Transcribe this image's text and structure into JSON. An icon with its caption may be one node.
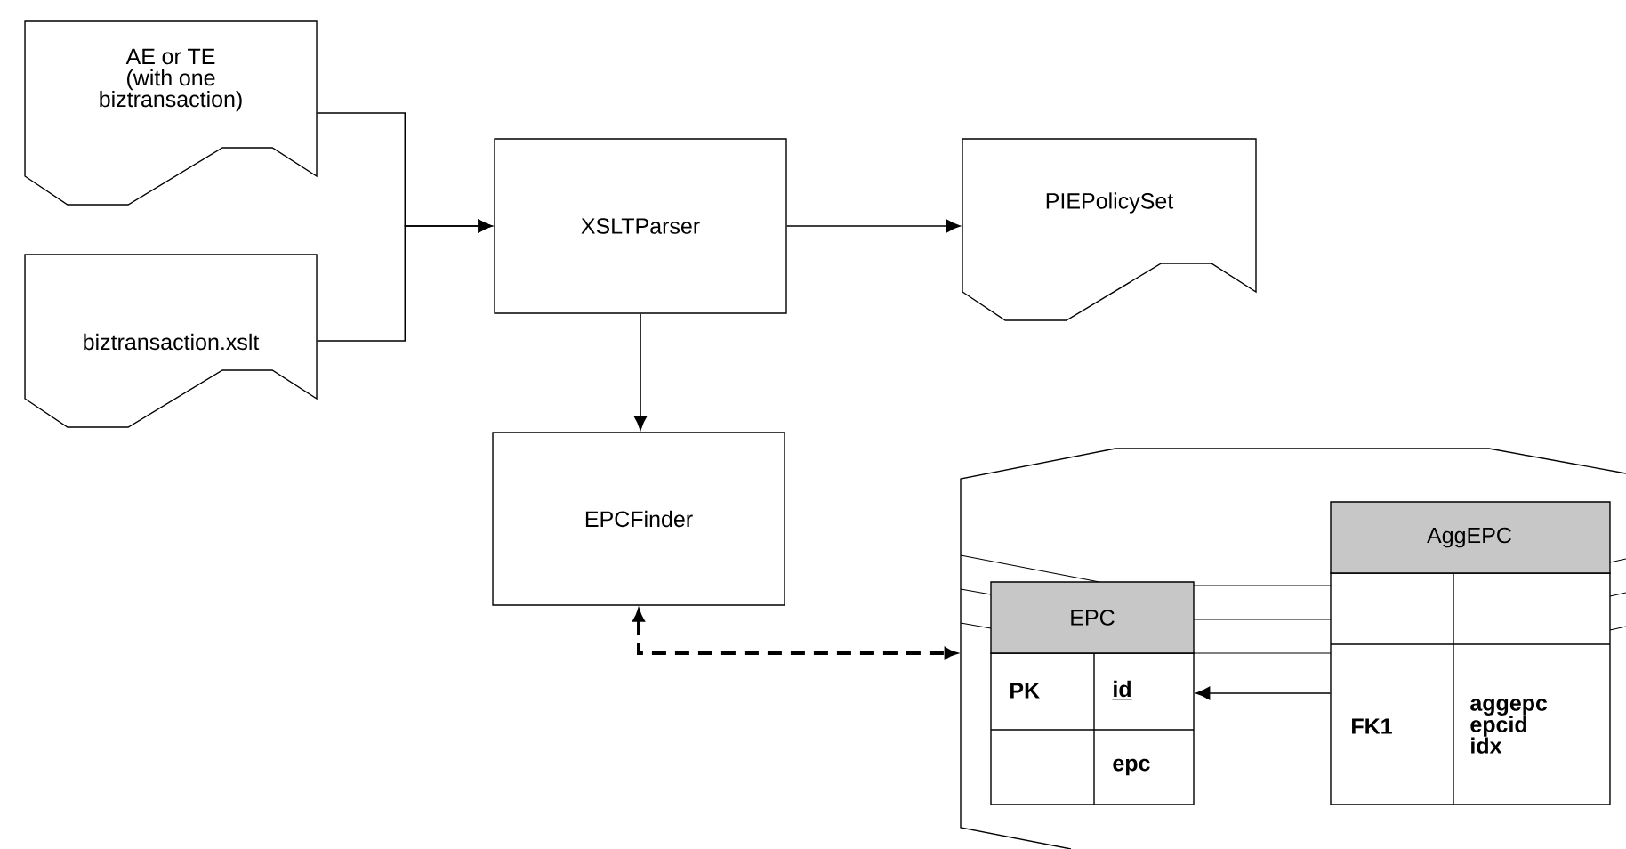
{
  "diagram": {
    "nodes": [
      {
        "text": [
          "AE or TE (with one biztransaction)"
        ]
      },
      {
        "text": [
          "biztransaction.xslt"
        ]
      },
      {
        "text": [
          "XSLTParser"
        ]
      },
      {
        "text": [
          "PIEPolicySet"
        ]
      },
      {
        "text": [
          "EPCFinder"
        ]
      },
      {
        "text": [],
        "shape": "cylinder"
      },
      {
        "text": [
          "EPC",
          "PK",
          "id",
          "epc"
        ],
        "in": 5
      },
      {
        "text": [
          "AggEPC",
          "FK1",
          "aggepc epcid idx"
        ],
        "in": 5
      }
    ],
    "edges": [
      {
        "from": 0,
        "to": 2,
        "arrow": "to"
      },
      {
        "from": 1,
        "to": 2,
        "arrow": "to"
      },
      {
        "from": 2,
        "to": 3,
        "arrow": "to"
      },
      {
        "from": 2,
        "to": 4,
        "arrow": "to"
      },
      {
        "from": 4,
        "to": 5,
        "arrow": "both",
        "style": "dashed"
      },
      {
        "from": 7,
        "to": 6,
        "arrow": "to"
      }
    ]
  }
}
